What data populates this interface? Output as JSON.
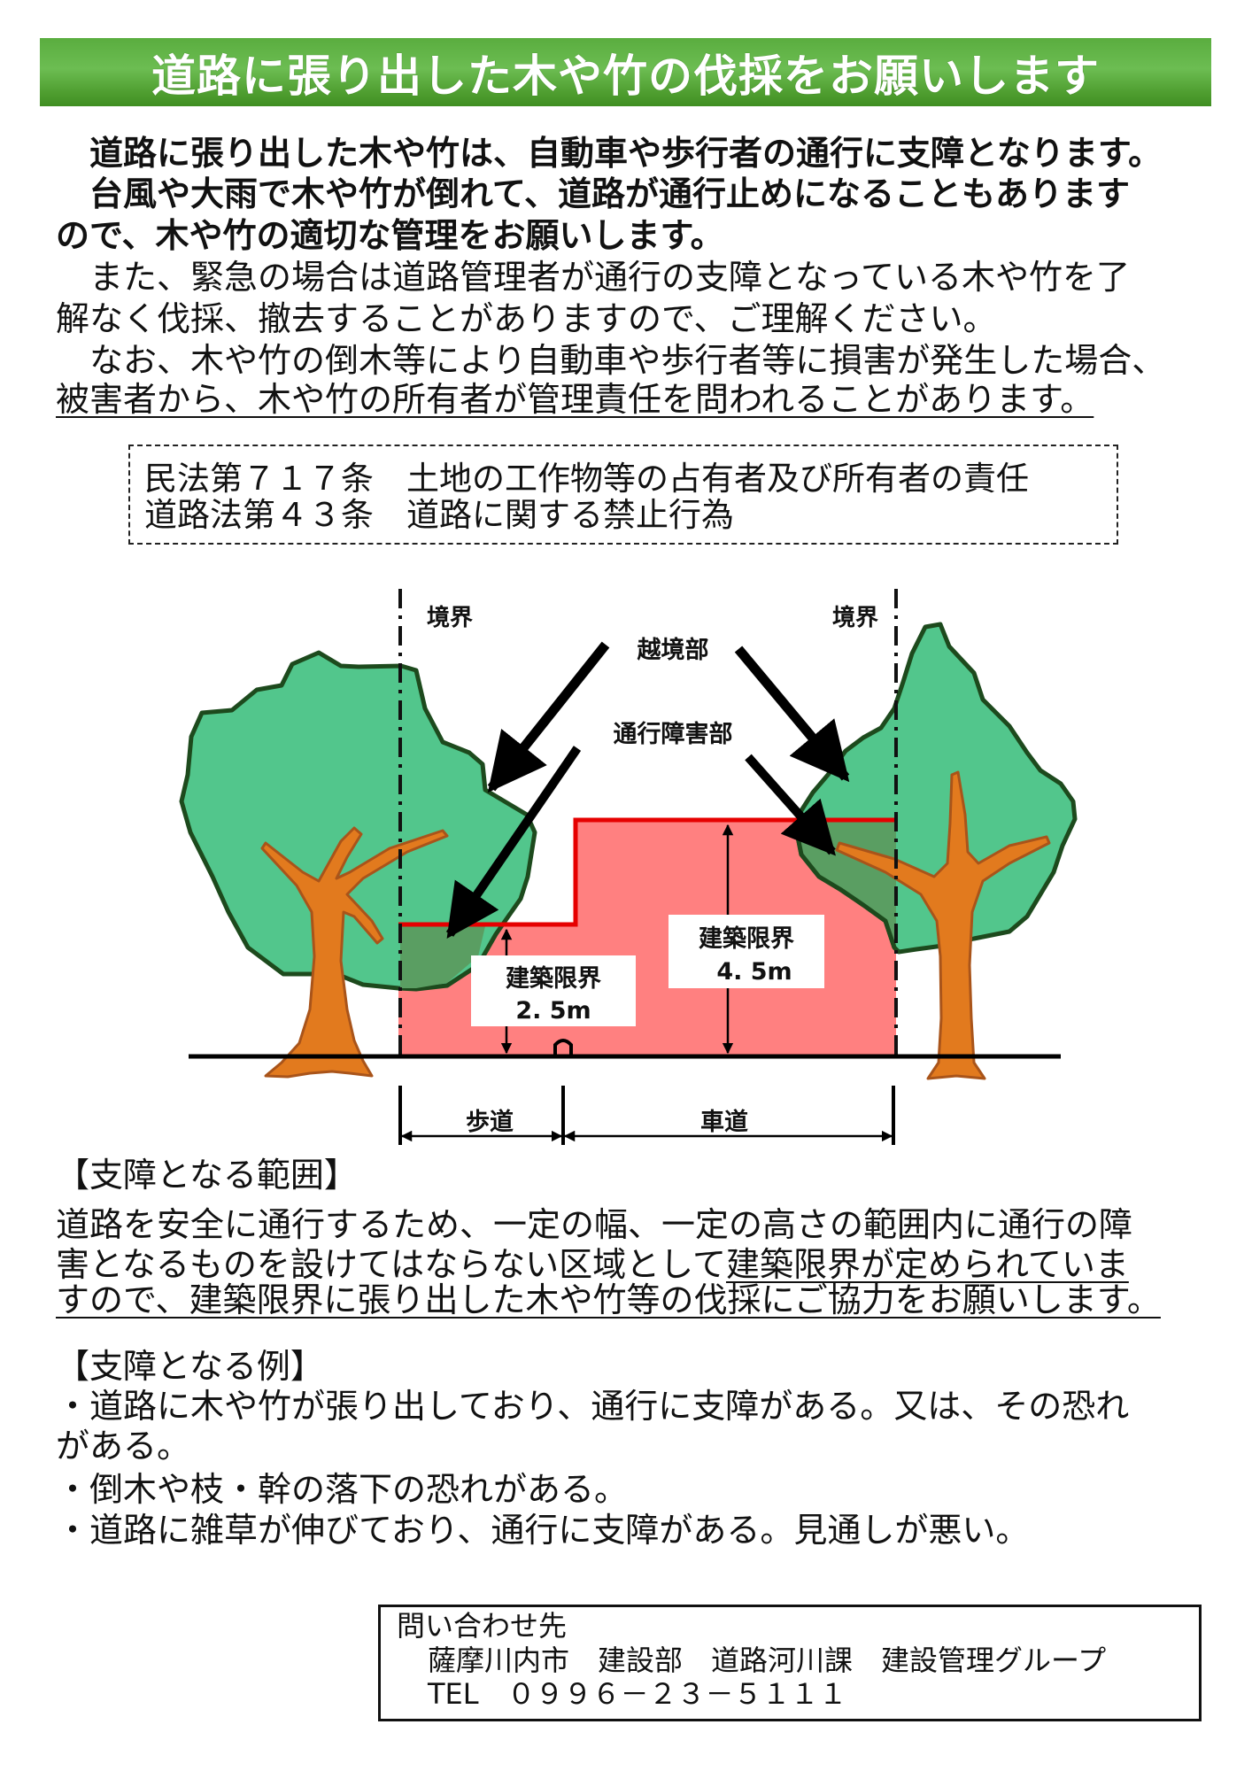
{
  "header": {
    "title": "道路に張り出した木や竹の伐採をお願いします",
    "bg_color": "#5aad3f"
  },
  "intro": {
    "bold_lines": [
      "　道路に張り出した木や竹は、自動車や歩行者の通行に支障となります。",
      "　台風や大雨で木や竹が倒れて、道路が通行止めになることもあります",
      "ので、木や竹の適切な管理をお願いします。"
    ],
    "normal_lines": [
      "　また、緊急の場合は道路管理者が通行の支障となっている木や竹を了",
      "解なく伐採、撤去することがありますので、ご理解ください。",
      "　なお、木や竹の倒木等により自動車や歩行者等に損害が発生した場合、",
      "被害者から、木や竹の所有者が管理責任を問われることがあります。"
    ]
  },
  "laws": [
    "民法第７１７条　土地の工作物等の占有者及び所有者の責任",
    "道路法第４３条　道路に関する禁止行為"
  ],
  "diagram": {
    "boundary_left": "境界",
    "boundary_right": "境界",
    "encroach_label": "越境部",
    "obstruction_label": "通行障害部",
    "limit_sidewalk": {
      "title": "建築限界",
      "value": "2. 5m"
    },
    "limit_roadway": {
      "title": "建築限界",
      "value": "4. 5m"
    },
    "sidewalk_label": "歩道",
    "roadway_label": "車道",
    "colors": {
      "canopy": "#52c68c",
      "canopy_outline": "#1d4a1d",
      "overlap": "#5a9e62",
      "trunk": "#e27a1e",
      "trunk_outline": "#a9541a",
      "clearance": "#ff8080",
      "limit_line": "#e60000"
    }
  },
  "scope": {
    "heading": "【支障となる範囲】",
    "line1": "道路を安全に通行するため、一定の幅、一定の高さの範囲内に通行の障",
    "line2_plain": "害となるものを設けてはならない区域として",
    "line2_underlined": "建築限界が定められていま",
    "line3": "すので、建築限界に張り出した木や竹等の伐採にご協力をお願いします。"
  },
  "examples": {
    "heading": "【支障となる例】",
    "items": [
      "・道路に木や竹が張り出しており、通行に支障がある。又は、その恐れ",
      "がある。",
      "・倒木や枝・幹の落下の恐れがある。",
      "・道路に雑草が伸びており、通行に支障がある。見通しが悪い。"
    ]
  },
  "contact": {
    "heading": "問い合わせ先",
    "department": "薩摩川内市　建設部　道路河川課　建設管理グループ",
    "tel": "TEL　０９９６－２３－５１１１"
  }
}
